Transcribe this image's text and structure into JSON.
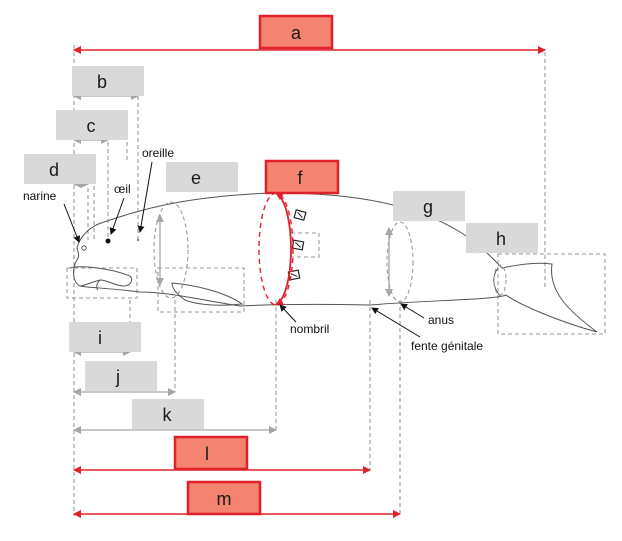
{
  "labels": {
    "a": "a",
    "b": "b",
    "c": "c",
    "d": "d",
    "e": "e",
    "f": "f",
    "g": "g",
    "h": "h",
    "i": "i",
    "j": "j",
    "k": "k",
    "l": "l",
    "m": "m"
  },
  "annotations": {
    "narine": "narine",
    "oeil": "œil",
    "oreille": "oreille",
    "nombril": "nombril",
    "anus": "anus",
    "fente_genitale": "fente génitale"
  },
  "colors": {
    "highlight_fill": "#f4836f",
    "highlight_stroke": "#e0202a",
    "label_gray": "#d9d9d9",
    "guide_gray": "#9a9a9a"
  }
}
